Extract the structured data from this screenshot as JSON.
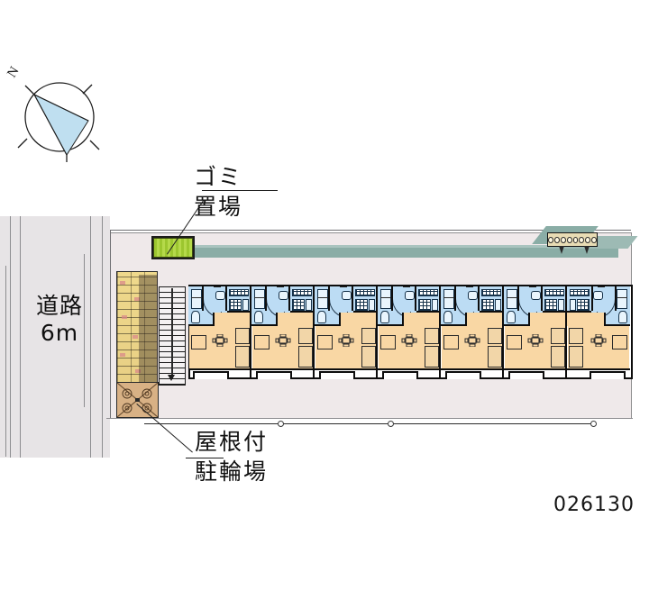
{
  "plan": {
    "id_number": "026130",
    "compass_label": "N",
    "road_name": "道路",
    "road_width": "6m",
    "garbage_label_line1": "ゴミ",
    "garbage_label_line2": "置場",
    "bike_label_line1": "屋根付",
    "bike_label_line2": "駐輪場"
  },
  "colors": {
    "road_fill": "#e7e4e6",
    "lot_fill": "#efe9ea",
    "eave_band": "#8aada6",
    "garbage_green": "#a8d13c",
    "unit_water_blue": "#bcdcf4",
    "unit_room_tan": "#f9d7a4",
    "brick_wall": "#efd98c",
    "bike_parking": "#d8b185",
    "mailbox_body": "#e8dcb4",
    "outline_black": "#0d0d0d",
    "boundary_gray": "#8d8d90"
  },
  "building": {
    "unit_count": 7,
    "units": [
      {
        "id": "unit-1",
        "mirrored": false
      },
      {
        "id": "unit-2",
        "mirrored": false
      },
      {
        "id": "unit-3",
        "mirrored": false
      },
      {
        "id": "unit-4",
        "mirrored": false
      },
      {
        "id": "unit-5",
        "mirrored": false
      },
      {
        "id": "unit-6",
        "mirrored": false
      },
      {
        "id": "unit-7",
        "mirrored": true
      }
    ]
  },
  "features": {
    "mailbox_slots": 8,
    "stairs": "exterior-stair",
    "brick_wall": "brick-boundary-wall",
    "bike_parking": "covered-bicycle-parking",
    "garbage_area": "garbage-collection-point"
  }
}
